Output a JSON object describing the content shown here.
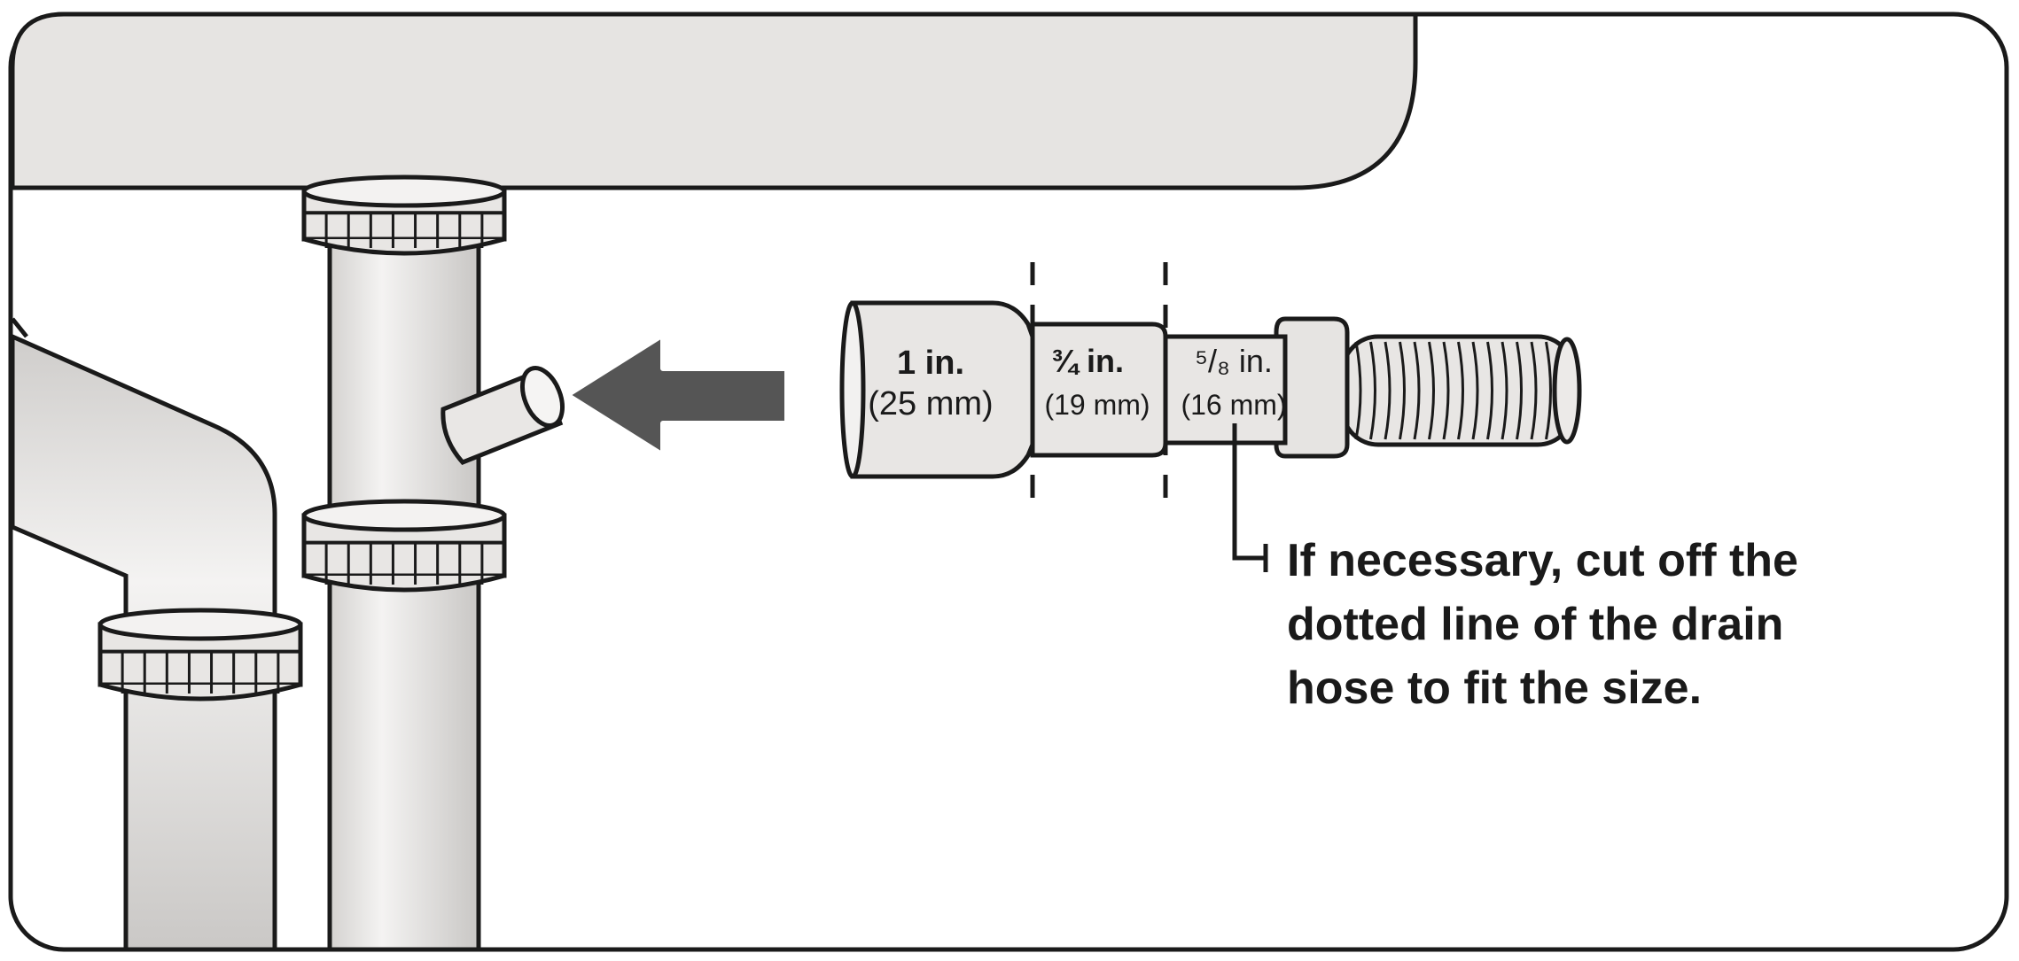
{
  "hose_sections": [
    {
      "size": "1 in.",
      "metric": "(25 mm)"
    },
    {
      "size": "¾ in.",
      "metric": "(19 mm)"
    },
    {
      "size": "⁵/₈ in.",
      "metric": "(16 mm)"
    }
  ],
  "note": {
    "line1": "If necessary, cut off the",
    "line2": "dotted line of the drain",
    "line3": "hose to fit the size."
  },
  "colors": {
    "outline": "#1a1a1a",
    "pipe_fill": "#e6e4e2",
    "arrow_fill": "#555555",
    "background": "#ffffff"
  },
  "icons": {
    "direction": "arrow-left-icon"
  }
}
